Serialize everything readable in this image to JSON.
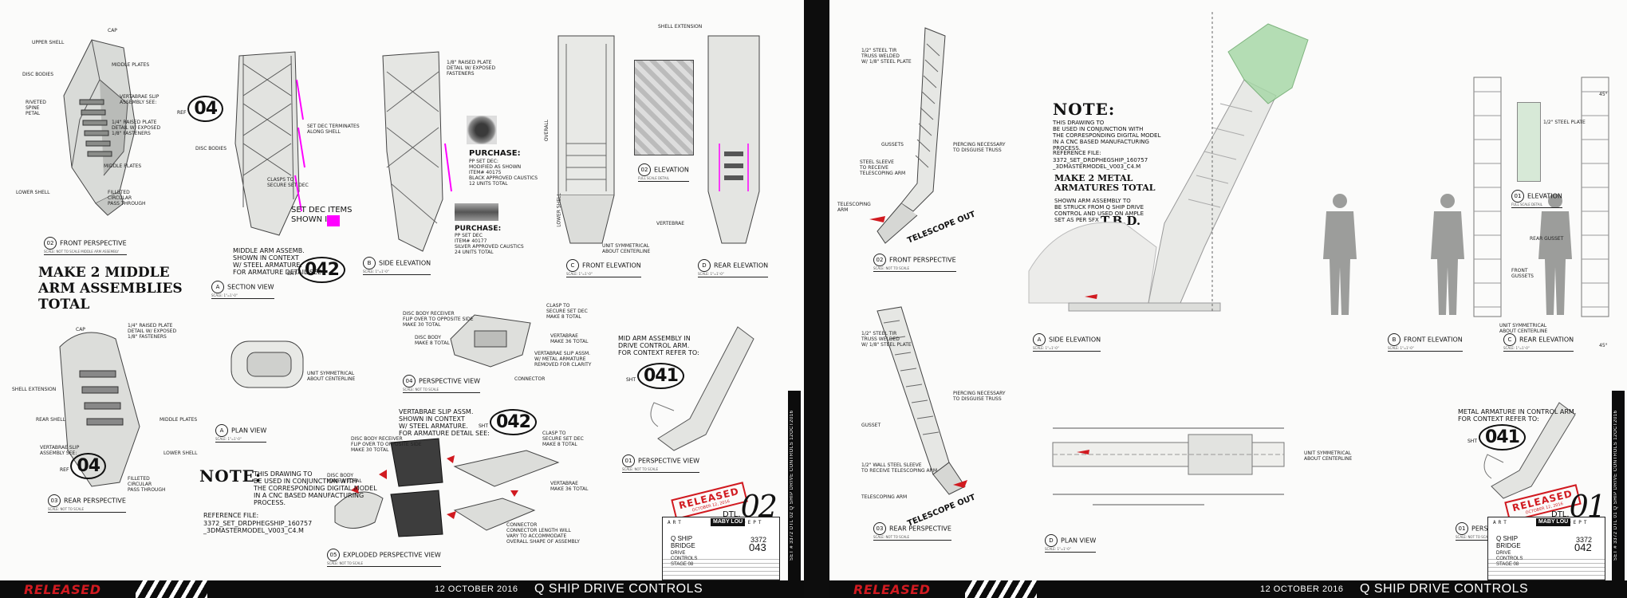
{
  "colors": {
    "paper": "#fbfbfa",
    "ink": "#111111",
    "metal": "#c9cbc8",
    "metal_dark": "#7a7c79",
    "accent_red": "#d11a20",
    "magenta": "#ff00ff",
    "green_shell": "#a8d8a8"
  },
  "left": {
    "labels": {
      "upper_shell": "UPPER SHELL",
      "cap": "CAP",
      "disc_bodies": "DISC BODIES",
      "riveted_spine_petal": "RIVETED\nSPINE\nPETAL",
      "middle_plates": "MIDDLE PLATES",
      "lower_shell": "LOWER SHELL",
      "filleted_circular_pass_through": "FILLETED\nCIRCULAR\nPASS THROUGH",
      "vertabrae_slip": "VERTABRAE SLIP\nASSEMBLY SEE:",
      "raised_plate_detail": "1/4\" RAISED PLATE\nDETAIL W/ EXPOSED\n1/8\" FASTENERS",
      "disc_bodies_2": "DISC BODIES",
      "clasps": "CLASPS TO\nSECURE SET DEC",
      "set_dec_terminates": "SET DEC TERMINATES\nALONG SHELL",
      "raised_plate_2": "1/8\" RAISED PLATE\nDETAIL W/ EXPOSED\nFASTENERS",
      "overall": "OVERALL",
      "lower_shell_dim": "LOWER SHELL",
      "vertebrae": "VERTEBRAE",
      "shell_extension": "SHELL EXTENSION",
      "cap_b": "CAP",
      "raised_plate_b": "1/4\" RAISED PLATE\nDETAIL W/ EXPOSED\n1/8\" FASTENERS",
      "shell_extension_b": "SHELL EXTENSION",
      "rear_shell": "REAR SHELL",
      "vertabrae_slip_b": "VERTABRAE SLIP\nASSEMBLY SEE:",
      "middle_plates_b": "MIDDLE PLATES",
      "lower_shell_b": "LOWER SHELL",
      "filleted_b": "FILLETED\nCIRCULAR\nPASS THROUGH",
      "disc_body_receiver": "DISC BODY RECEIVER\nFLIP OVER TO OPPOSITE SIDE\nMAKE 30 TOTAL",
      "clasp_to_secure": "CLASP TO\nSECURE SET DEC\nMAKE 8 TOTAL",
      "disc_body": "DISC BODY\nMAKE 8 TOTAL",
      "vertabrae_slip_assm": "VERTABRAE SLIP ASSM.\nW/ METAL ARMATURE\nREMOVED FOR CLARITY",
      "vertabrae_make_36": "VERTABRAE\nMAKE 36 TOTAL",
      "connector": "CONNECTOR",
      "vert_slip_context": "VERTABRAE SLIP ASSM.\nSHOWN IN CONTEXT\nW/ STEEL ARMATURE.\nFOR ARMATURE DETAIL SEE:",
      "disc_body_receiver_2": "DISC BODY RECEIVER\nFLIP OVER TO OPPOSITE SIDE\nMAKE 30 TOTAL",
      "clasp_to_secure_2": "CLASP TO\nSECURE SET DEC\nMAKE 8 TOTAL",
      "disc_body_2": "DISC BODY\nMAKE 8 TOTAL",
      "vertabrae_make_36_2": "VERTABRAE\nMAKE 36 TOTAL",
      "connector_2": "CONNECTOR\nCONNECTOR LENGTH WILL\nVARY TO ACCOMMODATE\nOVERALL SHAPE OF ASSEMBLY",
      "unit_symmetrical": "UNIT SYMMETRICAL\nABOUT CENTERLINE",
      "unit_symmetrical_2": "UNIT SYMMETRICAL\nABOUT CENTERLINE"
    },
    "callouts": {
      "ref04a_small": "REF",
      "ref04a_big": "04",
      "ref04b_small": "REF",
      "ref04b_big": "04",
      "sht042a_small": "SHT",
      "sht042a_big": "042",
      "sht042b_small": "SHT",
      "sht042b_big": "042",
      "sht041_small": "SHT",
      "sht041_big": "041"
    },
    "set_dec_items": "SET DEC ITEMS\nSHOWN IN",
    "make_middle": "MAKE 2 MIDDLE\nARM ASSEMBLIES\nTOTAL",
    "middle_arm_assm": "MIDDLE ARM ASSEMB.\nSHOWN IN CONTEXT\nW/ STEEL ARMATURE.\nFOR ARMATURE DETAIL SEE:",
    "purchase1_head": "PURCHASE:",
    "purchase1_body": "PP SET DEC:\nMODIFIED AS SHOWN\nITEM# 40175\nBLACK APPROVED CAUSTICS\n12 UNITS TOTAL",
    "purchase2_head": "PURCHASE:",
    "purchase2_body": "PP SET DEC\nITEM# 40177\nSILVER APPROVED CAUSTICS\n24 UNITS TOTAL",
    "mid_arm_refer": "MID ARM ASSEMBLY IN\nDRIVE CONTROL ARM.\nFOR CONTEXT REFER TO:",
    "note_head": "NOTE:",
    "note_body": "THIS DRAWING TO\nBE USED IN CONJUNCTION WITH\nTHE CORRESPONDING DIGITAL MODEL\nIN A CNC BASED MANUFACTURING\nPROCESS.",
    "ref_file_head": "REFERENCE FILE:",
    "ref_file_body": "3372_SET_DRDPHEGSHIP_160757\n_3DMASTERMODEL_V003_C4.M",
    "views": {
      "front_persp": {
        "num": "02",
        "title": "FRONT PERSPECTIVE",
        "scale": "SCALE: NOT TO SCALE    MIDDLE ARM ASSEMBLY"
      },
      "section": {
        "num": "A",
        "title": "SECTION VIEW",
        "scale": "SCALE: 1\"=1'-0\""
      },
      "side_elev": {
        "num": "B",
        "title": "SIDE ELEVATION",
        "scale": "SCALE: 1\"=1'-0\""
      },
      "front_elev": {
        "num": "C",
        "title": "FRONT ELEVATION",
        "scale": "SCALE: 1\"=1'-0\""
      },
      "rear_elev": {
        "num": "D",
        "title": "REAR ELEVATION",
        "scale": "SCALE: 1\"=1'-0\""
      },
      "elevation": {
        "num": "02",
        "title": "ELEVATION",
        "scale": "FULL SCALE DETAIL"
      },
      "plan": {
        "num": "A",
        "title": "PLAN VIEW",
        "scale": "SCALE: 1\"=1'-0\""
      },
      "persp": {
        "num": "04",
        "title": "PERSPECTIVE VIEW",
        "scale": "SCALE: NOT TO SCALE"
      },
      "rear_persp": {
        "num": "03",
        "title": "REAR PERSPECTIVE",
        "scale": "SCALE: NOT TO SCALE"
      },
      "persp_01": {
        "num": "01",
        "title": "PERSPECTIVE VIEW",
        "scale": "SCALE: NOT TO SCALE"
      },
      "exploded": {
        "num": "05",
        "title": "EXPLODED PERSPECTIVE VIEW",
        "scale": "SCALE: NOT TO SCALE"
      }
    },
    "title_block": {
      "logo_left": "ART",
      "logo_right": "DEPT",
      "logo_mid": "MABY\nLOU",
      "line1": "Q SHIP",
      "line2": "BRIDGE",
      "line3": "DRIVE",
      "line4": "CONTROLS",
      "line5": "STAGE 08",
      "proj_num": "3372",
      "sheet_num": "043"
    },
    "stamp_main": "RELEASED",
    "stamp_date": "OCTOBER 12, 2016",
    "dtl_label": "DTL.",
    "dtl_num": "02",
    "footer_released": "RELEASED",
    "footer_date": "12 OCTOBER 2016",
    "footer_title": "Q SHIP DRIVE CONTROLS",
    "side_strip": "SET # 3372 DTL 02   Q SHIP DRIVE CONTROLS   12OCT2016"
  },
  "right": {
    "labels": {
      "steel_tubing_a": "1/2\" STEEL TIR\nTRUSS WELDED\nW/ 1/8\" STEEL PLATE",
      "gussets": "GUSSETS",
      "steel_sleeve": "STEEL SLEEVE\nTO RECEIVE\nTELESCOPING ARM",
      "telescoping_arm": "TELESCOPING\nARM",
      "piercing_necessary": "PIERCING NECESSARY\nTO DISGUISE TRUSS",
      "telescope_out": "TELESCOPE OUT",
      "steel_tubing_b": "1/2\" STEEL TIR\nTRUSS WELDED\nW/ 1/8\" STEEL PLATE",
      "gusset": "GUSSET",
      "wall_steel_sleeve": "1/2\" WALL STEEL SLEEVE\nTO RECEIVE TELESCOPING ARM",
      "telescoping_arm_b": "TELESCOPING ARM",
      "piercing_necessary_b": "PIERCING NECESSARY\nTO DISGUISE TRUSS",
      "telescope_out_b": "TELESCOPE OUT",
      "front_gussets": "FRONT\nGUSSETS",
      "rear_gusset": "REAR GUSSET",
      "half_steel_plate": "1/2\" STEEL PLATE",
      "unit_symmetrical": "UNIT SYMMETRICAL\nABOUT CENTERLINE",
      "unit_symmetrical_b": "UNIT SYMMETRICAL\nABOUT CENTERLINE",
      "metal_armature_refer": "METAL ARMATURE IN CONTROL ARM.\nFOR CONTEXT REFER TO:",
      "angle_a": "45°",
      "angle_b": "45°"
    },
    "note_head": "NOTE:",
    "note_body": "THIS DRAWING TO\nBE USED IN CONJUNCTION WITH\nTHE CORRESPONDING DIGITAL MODEL\nIN A CNC BASED MANUFACTURING\nPROCESS.",
    "ref_file_head": "REFERENCE FILE:",
    "ref_file_body": "3372_SET_DRDPHEGSHIP_160757\n_3DMASTERMODEL_V003_C4.M",
    "make_metal": "MAKE 2 METAL\nARMATURES TOTAL",
    "shown_arm": "SHOWN ARM ASSEMBLY TO\nBE STRUCK FROM Q SHIP DRIVE\nCONTROL AND USED ON AMPLE\nSET AS PER SFX",
    "tbd": "T.B.D.",
    "callouts": {
      "sht041_small": "SHT",
      "sht041_big": "041"
    },
    "views": {
      "front_persp": {
        "num": "02",
        "title": "FRONT PERSPECTIVE",
        "scale": "SCALE: NOT TO SCALE"
      },
      "rear_persp": {
        "num": "03",
        "title": "REAR PERSPECTIVE",
        "scale": "SCALE: NOT TO SCALE"
      },
      "side_elev": {
        "num": "A",
        "title": "SIDE ELEVATION",
        "scale": "SCALE: 1\"=1'-0\""
      },
      "front_elev": {
        "num": "B",
        "title": "FRONT ELEVATION",
        "scale": "SCALE: 1\"=1'-0\""
      },
      "rear_elev": {
        "num": "C",
        "title": "REAR ELEVATION",
        "scale": "SCALE: 1\"=1'-0\""
      },
      "elevation": {
        "num": "01",
        "title": "ELEVATION",
        "scale": "FULL SCALE DETAIL"
      },
      "plan": {
        "num": "D",
        "title": "PLAN VIEW",
        "scale": "SCALE: 1\"=1'-0\""
      },
      "persp_01": {
        "num": "01",
        "title": "PERSPECTIVE VIEW",
        "scale": "SCALE: NOT TO SCALE"
      }
    },
    "title_block": {
      "logo_left": "ART",
      "logo_right": "DEPT",
      "logo_mid": "MABY\nLOU",
      "line1": "Q SHIP",
      "line2": "BRIDGE",
      "line3": "DRIVE",
      "line4": "CONTROLS",
      "line5": "STAGE 08",
      "proj_num": "3372",
      "sheet_num": "042"
    },
    "stamp_main": "RELEASED",
    "stamp_date": "OCTOBER 12, 2016",
    "dtl_label": "DTL.",
    "dtl_num": "01",
    "footer_released": "RELEASED",
    "footer_date": "12 OCTOBER 2016",
    "footer_title": "Q SHIP DRIVE CONTROLS",
    "side_strip": "SET # 3372 DTL 01   Q SHIP DRIVE CONTROLS   12OCT2016"
  }
}
